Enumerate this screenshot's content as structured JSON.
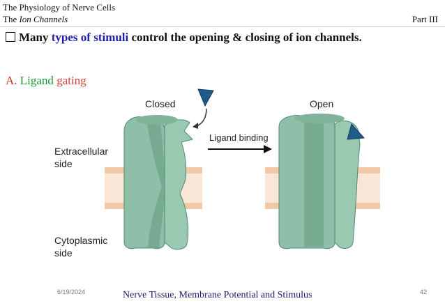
{
  "header": {
    "title": "The Physiology of Nerve Cells",
    "subtitle_prefix": "The ",
    "subtitle_italic": "Ion Channels",
    "part": "Part III"
  },
  "heading": {
    "before": "Many ",
    "highlight": "types of stimuli",
    "after": " control the opening & closing of ion channels."
  },
  "subheading": {
    "letter": "A. ",
    "word1": "Ligand",
    "word2": " gating"
  },
  "figure": {
    "closed_label": "Closed",
    "open_label": "Open",
    "arrow_label": "Ligand binding",
    "extracellular_line1": "Extracellular",
    "extracellular_line2": "side",
    "cytoplasmic_line1": "Cytoplasmic",
    "cytoplasmic_line2": "side",
    "colors": {
      "channel": "#8fbfa8",
      "channel_dark": "#6fa68c",
      "membrane": "#f9e6d6",
      "membrane_edge": "#e0b894",
      "ligand": "#1f5c8a"
    }
  },
  "footer": {
    "date": "6/19/2024",
    "title": "Nerve Tissue, Membrane Potential and Stimulus",
    "page": "42"
  }
}
